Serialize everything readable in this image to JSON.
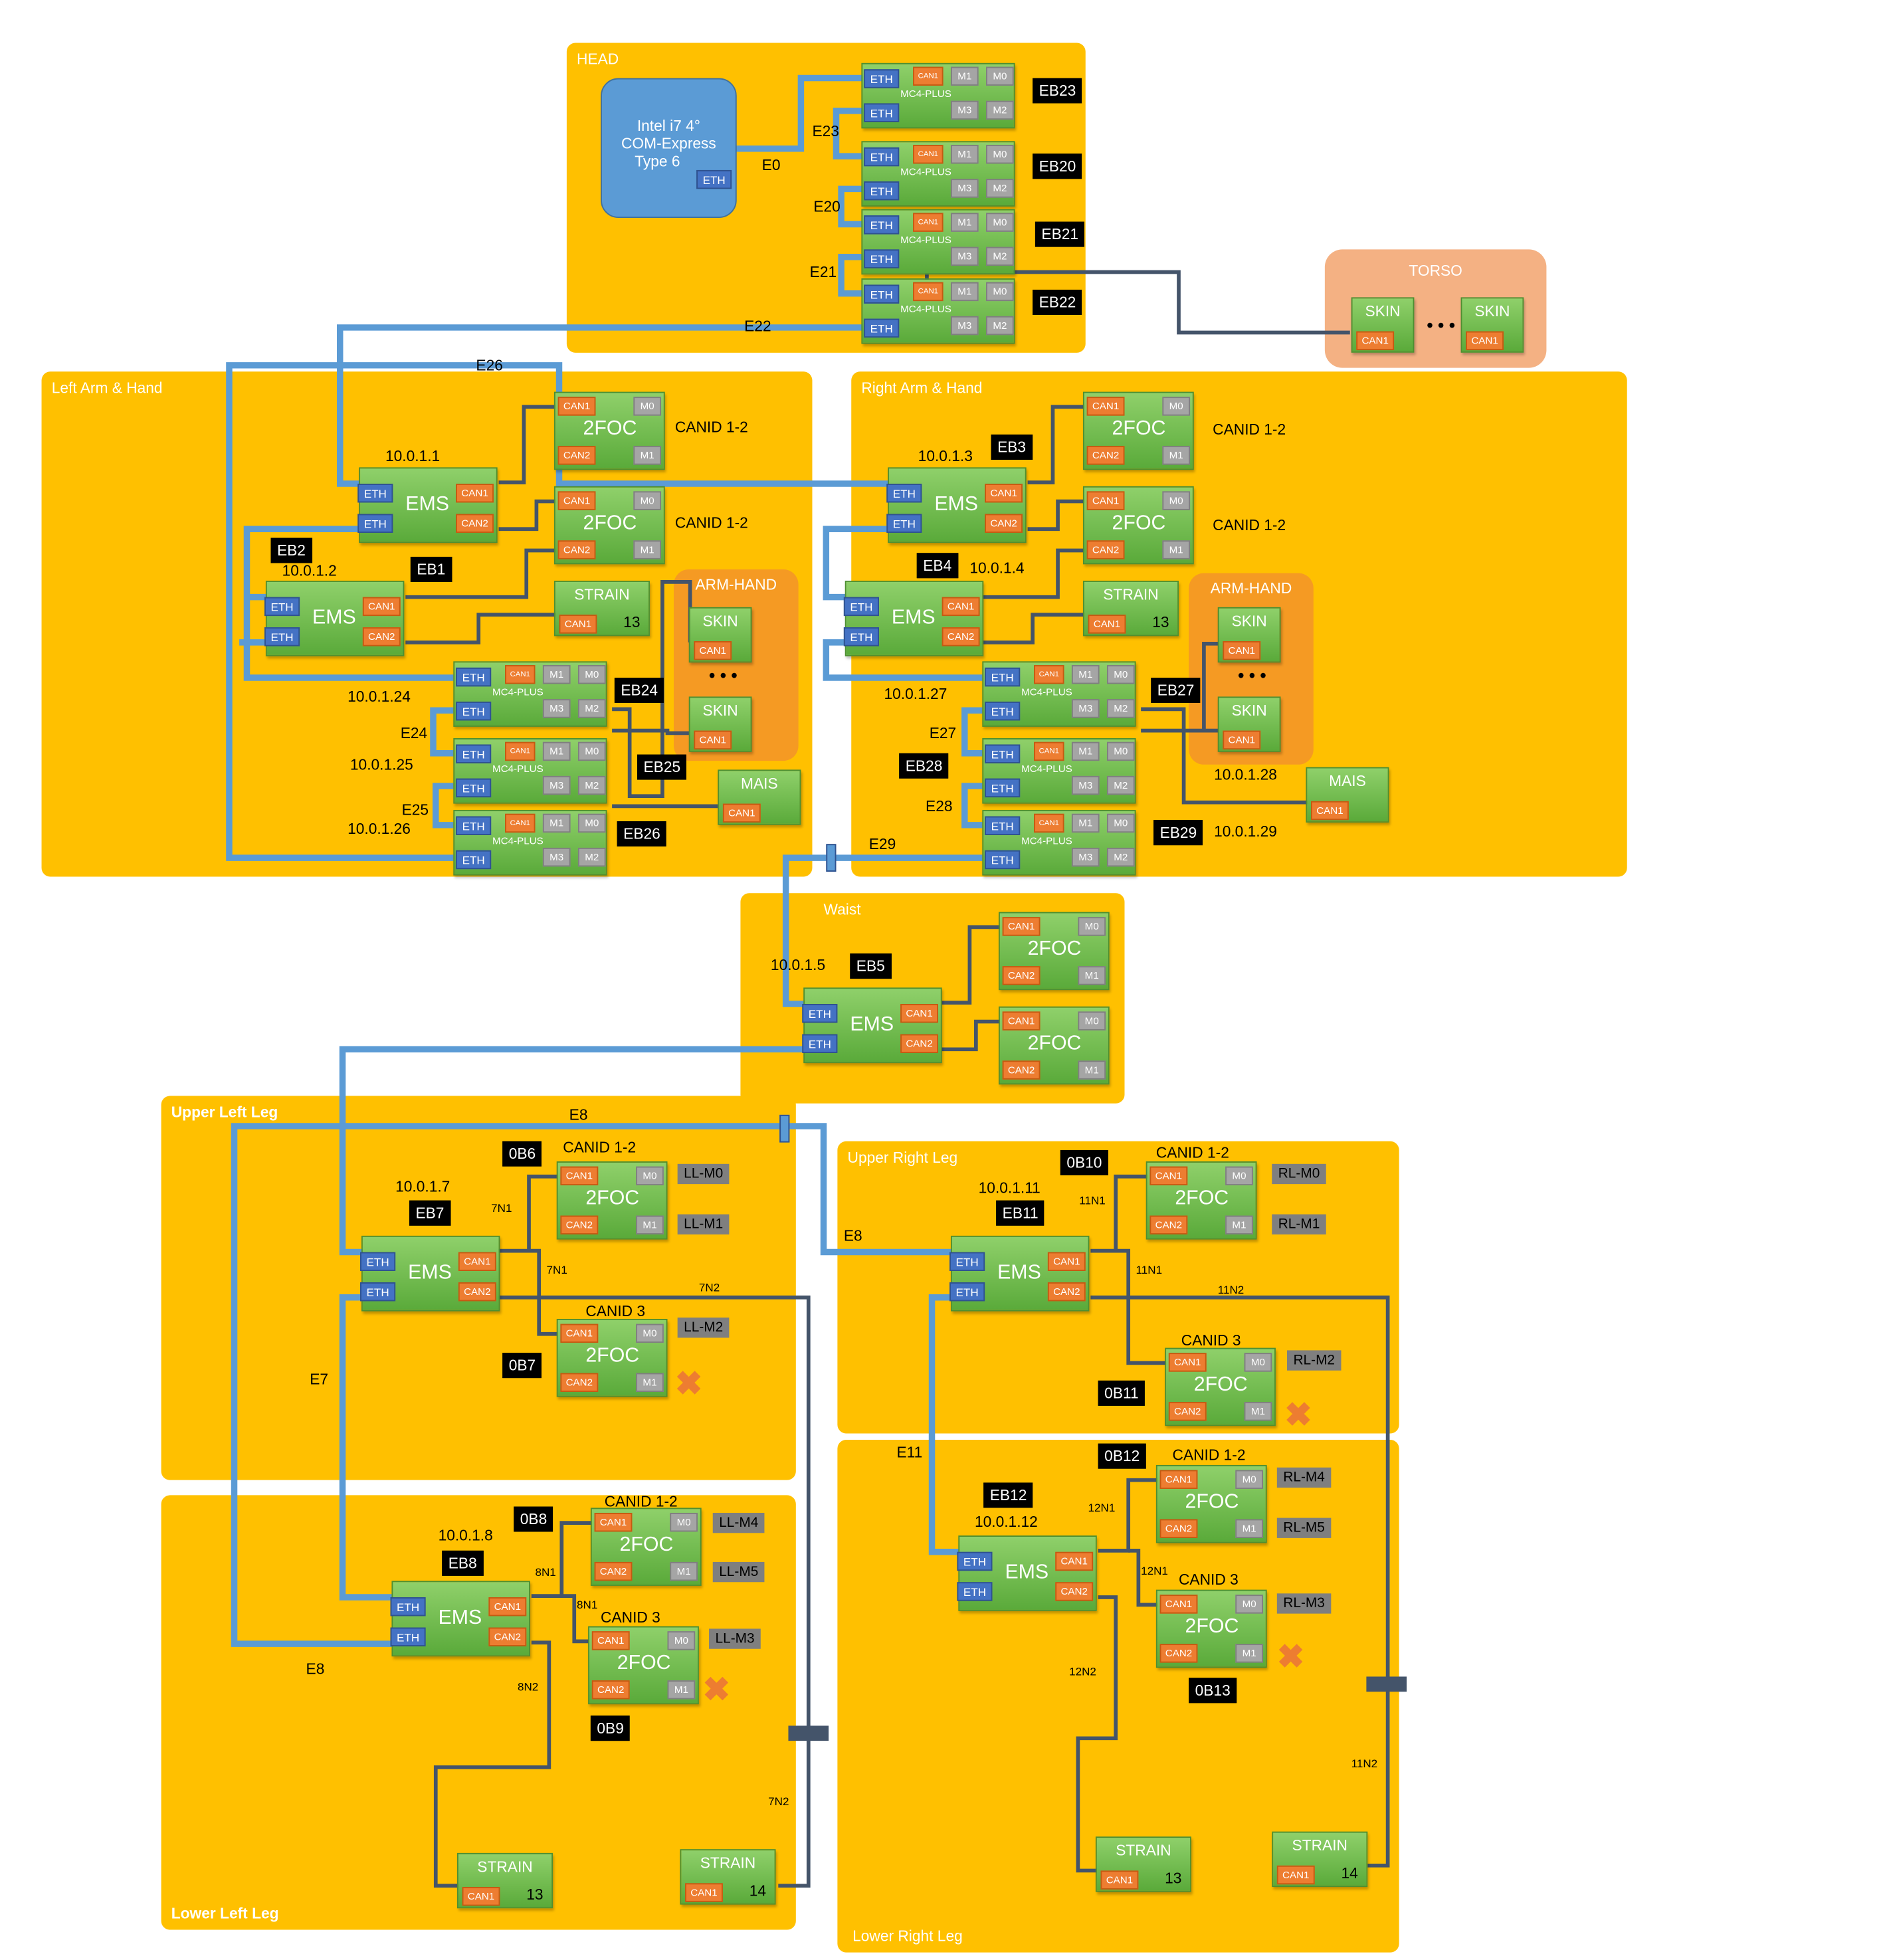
{
  "regions": {
    "head": "HEAD",
    "torso": "TORSO",
    "left_arm": "Left Arm & Hand",
    "right_arm": "Right Arm & Hand",
    "waist": "Waist",
    "upper_left_leg": "Upper Left Leg",
    "lower_left_leg": "Lower Left Leg",
    "upper_right_leg": "Upper Right Leg",
    "lower_right_leg": "Lower Right Leg",
    "arm_hand": "ARM-HAND"
  },
  "cpu": {
    "line1": "Intel i7 4°",
    "line2": "COM-Express",
    "line3": "Type 6"
  },
  "ports": {
    "eth": "ETH",
    "can1": "CAN1",
    "can2": "CAN2",
    "m0": "M0",
    "m1": "M1",
    "m2": "M2",
    "m3": "M3"
  },
  "board_types": {
    "ems": "EMS",
    "foc": "2FOC",
    "mc4": "MC4-PLUS",
    "strain": "STRAIN",
    "skin": "SKIN",
    "mais": "MAIS"
  },
  "ellipsis": "• • •",
  "head_tags": [
    "EB23",
    "EB20",
    "EB21",
    "EB22"
  ],
  "head_links": [
    "E0",
    "E23",
    "E20",
    "E21",
    "E22",
    "E26"
  ],
  "left_arm": {
    "ip_eb1": "10.0.1.1",
    "ip_eb2": "10.0.1.2",
    "tag_eb1": "EB1",
    "tag_eb2": "EB2",
    "canid_a": "CANID 1-2",
    "canid_b": "CANID 1-2",
    "strain_id": "13",
    "ip_eb24": "10.0.1.24",
    "ip_eb25": "10.0.1.25",
    "ip_eb26": "10.0.1.26",
    "tag_eb24": "EB24",
    "tag_eb25": "EB25",
    "tag_eb26": "EB26",
    "e24": "E24",
    "e25": "E25"
  },
  "right_arm": {
    "ip_eb3": "10.0.1.3",
    "ip_eb4": "10.0.1.4",
    "tag_eb3": "EB3",
    "tag_eb4": "EB4",
    "canid_a": "CANID 1-2",
    "canid_b": "CANID 1-2",
    "strain_id": "13",
    "ip_eb27": "10.0.1.27",
    "ip_eb28": "10.0.1.28",
    "ip_eb29": "10.0.1.29",
    "tag_eb27": "EB27",
    "tag_eb28": "EB28",
    "tag_eb29": "EB29",
    "e27": "E27",
    "e28": "E28",
    "e29": "E29"
  },
  "waist": {
    "ip": "10.0.1.5",
    "tag": "EB5"
  },
  "upper_left_leg": {
    "e8": "E8",
    "e7": "E7",
    "ip": "10.0.1.7",
    "tag": "EB7",
    "ob_a": "0B6",
    "ob_b": "0B7",
    "canid_a": "CANID 1-2",
    "canid_b": "CANID 3",
    "n1a": "7N1",
    "n1b": "7N1",
    "n2": "7N2",
    "m0": "LL-M0",
    "m1": "LL-M1",
    "m2": "LL-M2"
  },
  "lower_left_leg": {
    "e8": "E8",
    "ip": "10.0.1.8",
    "tag": "EB8",
    "ob_a": "0B8",
    "ob_b": "0B9",
    "canid_a": "CANID 1-2",
    "canid_b": "CANID 3",
    "n1a": "8N1",
    "n1b": "8N1",
    "n2": "8N2",
    "n2b": "7N2",
    "m4": "LL-M4",
    "m5": "LL-M5",
    "m3": "LL-M3",
    "strain_a": "13",
    "strain_b": "14"
  },
  "upper_right_leg": {
    "e8": "E8",
    "ip": "10.0.1.11",
    "tag": "EB11",
    "ob_a": "0B10",
    "ob_b": "0B11",
    "canid_a": "CANID 1-2",
    "canid_b": "CANID 3",
    "n1a": "11N1",
    "n1b": "11N1",
    "n2": "11N2",
    "m0": "RL-M0",
    "m1": "RL-M1",
    "m2": "RL-M2"
  },
  "lower_right_leg": {
    "e11": "E11",
    "ip": "10.0.1.12",
    "tag": "EB12",
    "ob_a": "0B12",
    "ob_b": "0B13",
    "canid_a": "CANID 1-2",
    "canid_b": "CANID 3",
    "n1a": "12N1",
    "n1b": "12N1",
    "n2": "12N2",
    "n2b": "11N2",
    "m4": "RL-M4",
    "m5": "RL-M5",
    "m3": "RL-M3",
    "strain_a": "13",
    "strain_b": "14"
  },
  "colors": {
    "region": "#FFC000",
    "torso": "#F4B183",
    "arm_hand": "#F59A23",
    "eth": "#4472C4",
    "can": "#ED7D31",
    "motor": "#A5A5A5",
    "board": "#70AD47",
    "eth_wire": "#5B9BD5",
    "can_wire": "#44546A",
    "cpu": "#5B9BD5"
  }
}
